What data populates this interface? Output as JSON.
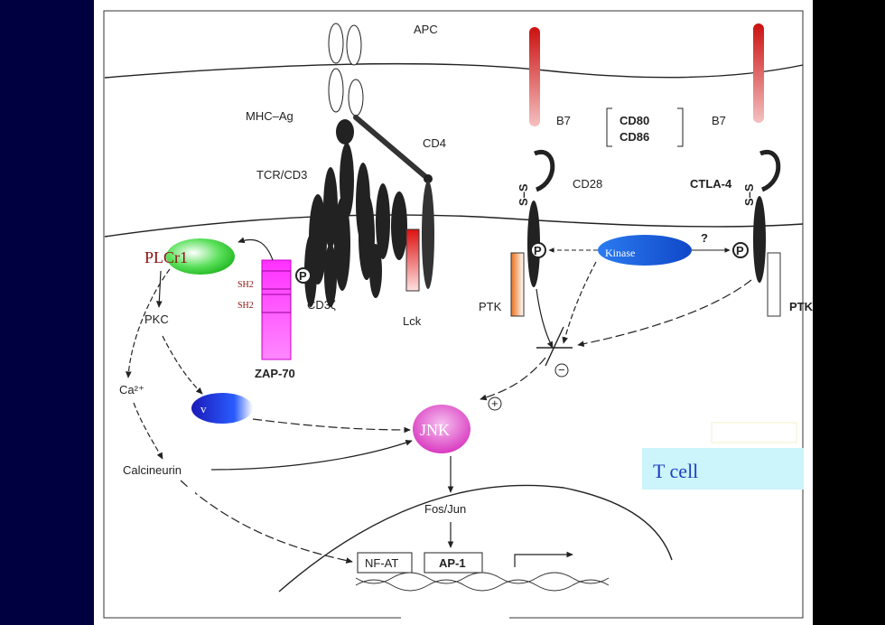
{
  "labels": {
    "apc": "APC",
    "mhc_ag": "MHC–Ag",
    "cd4": "CD4",
    "tcr_cd3": "TCR/CD3",
    "b7_left": "B7",
    "b7_right": "B7",
    "cd80": "CD80",
    "cd86": "CD86",
    "cd28": "CD28",
    "ctla4": "CTLA-4",
    "ss_left": "S–S",
    "ss_right": "S–S",
    "plcr1": "PLCr1",
    "sh2_top": "SH2",
    "sh2_bottom": "SH2",
    "cd3z": "CD3ζ",
    "lck": "Lck",
    "pkc": "PKC",
    "zap70": "ZAP-70",
    "ca": "Ca²⁺",
    "calcineurin": "Calcineurin",
    "vav": "v",
    "jnk": "JNK",
    "fos_jun": "Fos/Jun",
    "nfat": "NF-AT",
    "ap1": "AP-1",
    "kinase": "Kinase",
    "question": "?",
    "ptk": "PTK",
    "ptk_q": "PTK?",
    "p": "P",
    "plus": "+",
    "minus": "−",
    "tcell": "T cell"
  },
  "colors": {
    "side_band": "#000040",
    "background": "#000000",
    "plc": "#22c422",
    "zap": "#ff33ff",
    "jnk": "#e020c0",
    "kinase": "#2266ee",
    "vav": "#1a1acc",
    "lck": "#dd2222",
    "ptk": "#e87722",
    "b7": "#d42020",
    "tcell_box": "#ccf4fb",
    "tcell_text": "#1a3fbf",
    "plcr_text": "#8b1010",
    "sh2_text": "#8b1010"
  }
}
